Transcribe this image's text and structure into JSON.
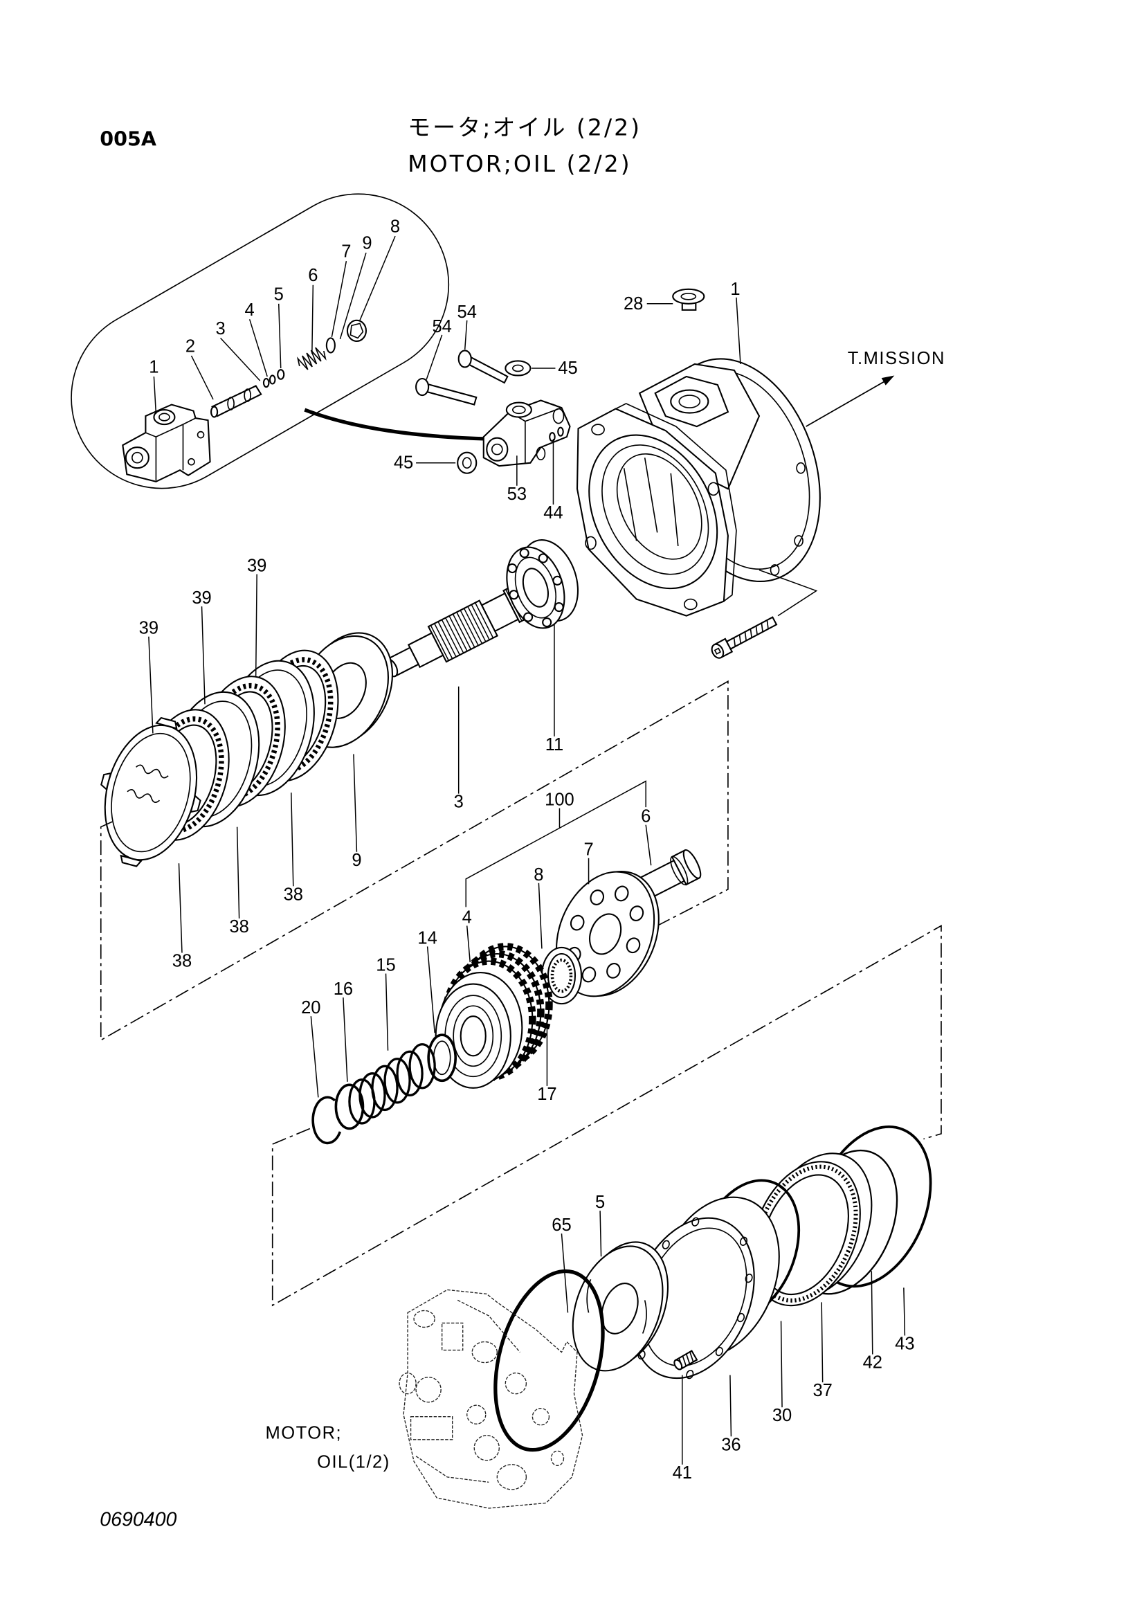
{
  "header": {
    "code": "005A",
    "title_jp": "モータ;オイル (2/2)",
    "title_en": "MOTOR;OIL (2/2)"
  },
  "labels": {
    "transmission": "T.MISSION",
    "motor_ref_line1": "MOTOR;",
    "motor_ref_line2": "OIL(1/2)"
  },
  "callouts": [
    "8",
    "7",
    "9",
    "6",
    "5",
    "4",
    "3",
    "2",
    "1",
    "28",
    "1",
    "54",
    "54",
    "45",
    "45",
    "53",
    "44",
    "39",
    "39",
    "39",
    "11",
    "3",
    "9",
    "38",
    "38",
    "38",
    "100",
    "6",
    "7",
    "8",
    "4",
    "14",
    "15",
    "16",
    "20",
    "17",
    "5",
    "65",
    "43",
    "42",
    "37",
    "30",
    "36",
    "41"
  ],
  "footer": {
    "drawing_no": "0690400"
  }
}
